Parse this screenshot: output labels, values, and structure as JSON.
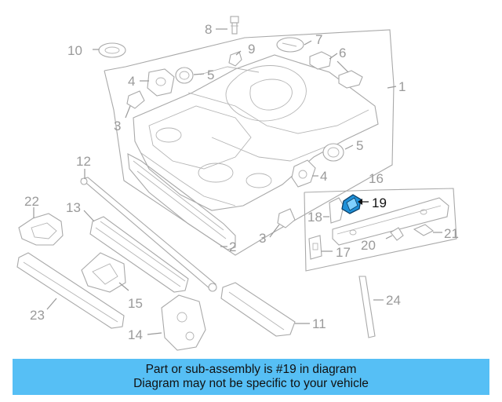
{
  "callouts": {
    "c1": "1",
    "c2": "2",
    "c3a": "3",
    "c3b": "3",
    "c4a": "4",
    "c4b": "4",
    "c5a": "5",
    "c5b": "5",
    "c6": "6",
    "c7": "7",
    "c8": "8",
    "c9": "9",
    "c10": "10",
    "c11": "11",
    "c12": "12",
    "c13": "13",
    "c14": "14",
    "c15": "15",
    "c16": "16",
    "c17": "17",
    "c18": "18",
    "c19": "19",
    "c20": "20",
    "c21": "21",
    "c22": "22",
    "c23": "23",
    "c24": "24"
  },
  "highlight": {
    "part": "19",
    "color": "#1e90d8"
  },
  "banner": {
    "line1": "Part or sub-assembly is #19 in diagram",
    "line2": "Diagram may not be specific to your vehicle",
    "background": "#56bff5"
  }
}
